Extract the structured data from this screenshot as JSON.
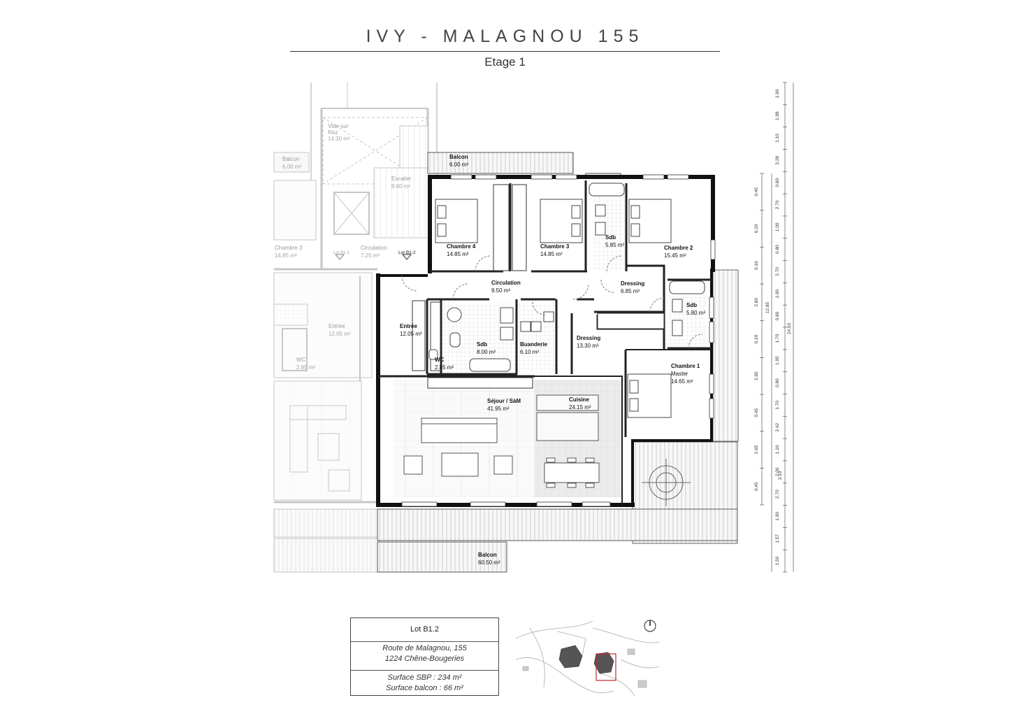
{
  "header": {
    "title": "IVY - MALAGNOU 155",
    "floor": "Etage 1"
  },
  "rooms": {
    "chambre4": {
      "name": "Chambre 4",
      "area": "14.85 m²"
    },
    "chambre3": {
      "name": "Chambre 3",
      "area": "14.85 m²"
    },
    "sdb_top": {
      "name": "Sdb",
      "area": "5.85 m²"
    },
    "chambre2": {
      "name": "Chambre 2",
      "area": "15.45 m²"
    },
    "balcon_top": {
      "name": "Balcon",
      "area": "6.00 m²"
    },
    "circulation": {
      "name": "Circulation",
      "area": "9.50 m²"
    },
    "dressing1": {
      "name": "Dressing",
      "area": "6.85 m²"
    },
    "sdb_right": {
      "name": "Sdb",
      "area": "5.80 m²"
    },
    "entree": {
      "name": "Entrée",
      "area": "12.05 m²"
    },
    "sdb_mid": {
      "name": "Sdb",
      "area": "8.00 m²"
    },
    "buanderie": {
      "name": "Buanderie",
      "area": "6.10 m²"
    },
    "dressing2": {
      "name": "Dressing",
      "area": "13.30 m²"
    },
    "wc": {
      "name": "WC",
      "area": "2.85 m²"
    },
    "chambre1": {
      "name": "Chambre 1",
      "sub": "Master",
      "area": "14.65 m²"
    },
    "sejour": {
      "name": "Séjour / SàM",
      "area": "41.95 m²"
    },
    "cuisine": {
      "name": "Cuisine",
      "area": "24.15 m²"
    },
    "balcon_bottom": {
      "name": "Balcon",
      "area": "60.50 m²"
    }
  },
  "neighbor": {
    "vide": {
      "name": "Vide-sur",
      "name2": "Rez",
      "area": "14.30 m²"
    },
    "balcon": {
      "name": "Balcon",
      "area": "6.00 m²"
    },
    "escalier": {
      "name": "Escalier",
      "area": "8.80 m²"
    },
    "chambre3": {
      "name": "Chambre 3",
      "area": "14.85 m²"
    },
    "circulation": {
      "name": "Circulation",
      "area": "7.25 m²"
    },
    "lot_b11": "Lot B1-1",
    "lot_b12": "Lot B1-2",
    "entree": {
      "name": "Entrée",
      "area": "12.05 m²"
    },
    "wc": {
      "name": "WC",
      "area": "2.85 m²"
    }
  },
  "dimensions": {
    "outer": [
      "1.90",
      "1.98",
      "1.10",
      "3.28",
      "0.80",
      "2.70",
      "1.00",
      "0.80",
      "2.70",
      "1.00",
      "0.80",
      "1.70",
      "1.95",
      "0.80",
      "1.70",
      "2.42",
      "1.10",
      "2.00",
      "2.70",
      "1.00",
      "1.57",
      "1.50"
    ],
    "inner": [
      "0.45",
      "6.20",
      "0.10",
      "2.80",
      "0.20",
      "2.65",
      "0.45",
      "2.65",
      "0.45"
    ],
    "total_a": "12.85",
    "total_b": "3.10",
    "overall": "24.03"
  },
  "info": {
    "lot": "Lot B1.2",
    "address1": "Route de Malagnou, 155",
    "address2": "1224 Chêne-Bougeries",
    "surface_sbp": "Surface SBP : 234 m²",
    "surface_balcon": "Surface balcon : 66 m²"
  }
}
